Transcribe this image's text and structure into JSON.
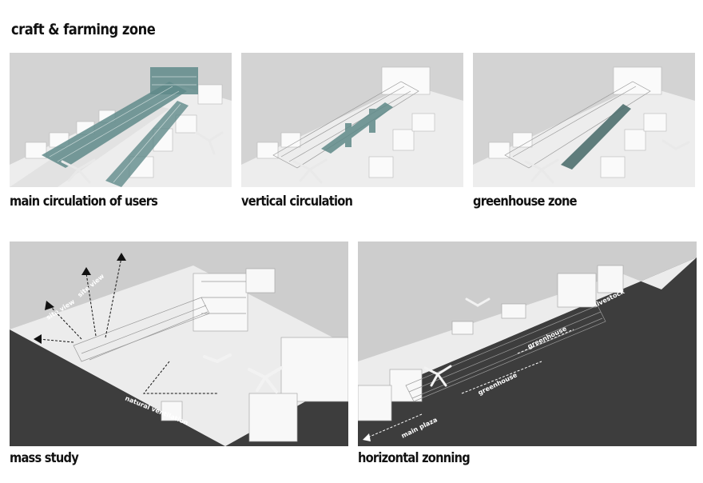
{
  "header": {
    "title": "craft & farming zone"
  },
  "panels": {
    "main_circulation": {
      "caption": "main circulation of users"
    },
    "vertical_circulation": {
      "caption": "vertical circulation"
    },
    "greenhouse_zone": {
      "caption": "greenhouse zone"
    },
    "mass_study": {
      "caption": "mass study",
      "labels": {
        "view_a": "site view",
        "view_b": "site view",
        "ventilation": "natural ventilation"
      }
    },
    "horizontal_zonning": {
      "caption": "horizontal zonning",
      "labels": {
        "livestock": "livestock",
        "greenhouse_upper": "greenhouse",
        "greenhouse_lower": "greenhouse",
        "main_plaza": "main plaza"
      }
    }
  },
  "colors": {
    "highlight_teal": "#5f8a89",
    "ground_dark": "#3d3d3d",
    "model_white": "#f4f4f4",
    "background_grey": "#cfcfcf"
  },
  "icons": [
    "palm-tree-icon",
    "arrow-icon"
  ]
}
